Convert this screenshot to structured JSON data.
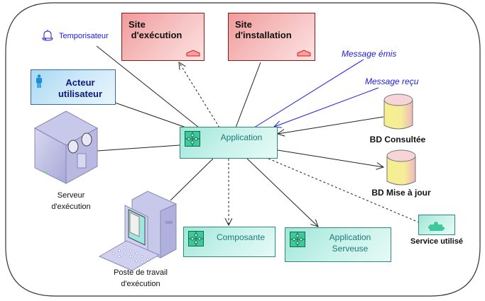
{
  "diagram": {
    "nodes": {
      "site_execution": {
        "label": "Site\n d'exécution",
        "type": "site"
      },
      "site_installation": {
        "label": "Site\nd'installation",
        "type": "site"
      },
      "temporisateur": {
        "label": "Temporisateur",
        "type": "timer"
      },
      "acteur": {
        "label": "Acteur\nutilisateur",
        "type": "actor"
      },
      "application": {
        "label": "Application",
        "type": "application"
      },
      "serveur": {
        "label": "Serveur\nd'exécution",
        "type": "server"
      },
      "poste": {
        "label": "Poste de travail\nd'exécution",
        "type": "workstation"
      },
      "composante": {
        "label": "Composante",
        "type": "component"
      },
      "app_serveuse": {
        "label": "Application\nServeuse",
        "type": "application"
      },
      "bd_consultee": {
        "label": "BD Consultée",
        "type": "database"
      },
      "bd_maj": {
        "label": "BD Mise à jour",
        "type": "database"
      },
      "service": {
        "label": "Service utilisé",
        "type": "service"
      }
    },
    "messages": {
      "emis": "Message émis",
      "recu": "Message reçu"
    },
    "edges": [
      {
        "from": "application",
        "to": "temporisateur",
        "style": "solid"
      },
      {
        "from": "application",
        "to": "acteur",
        "style": "solid"
      },
      {
        "from": "application",
        "to": "site_execution",
        "style": "dashed-arrow"
      },
      {
        "from": "application",
        "to": "site_installation",
        "style": "solid"
      },
      {
        "from": "application",
        "to": "message_emis",
        "style": "solid-blue"
      },
      {
        "from": "message_recu",
        "to": "application",
        "style": "arrow-blue"
      },
      {
        "from": "bd_consultee",
        "to": "application",
        "style": "arrow"
      },
      {
        "from": "application",
        "to": "bd_maj",
        "style": "arrow"
      },
      {
        "from": "application",
        "to": "serveur",
        "style": "solid"
      },
      {
        "from": "application",
        "to": "poste",
        "style": "solid"
      },
      {
        "from": "application",
        "to": "composante",
        "style": "dashed-arrow"
      },
      {
        "from": "application",
        "to": "app_serveuse",
        "style": "arrow"
      },
      {
        "from": "application",
        "to": "service",
        "style": "dashed"
      }
    ],
    "colors": {
      "site": "#f4b0b0",
      "actor": "#bfe2f6",
      "application": "#bff0e6",
      "link_blue": "#1a1ae0",
      "database": "#f5ef9a"
    }
  }
}
